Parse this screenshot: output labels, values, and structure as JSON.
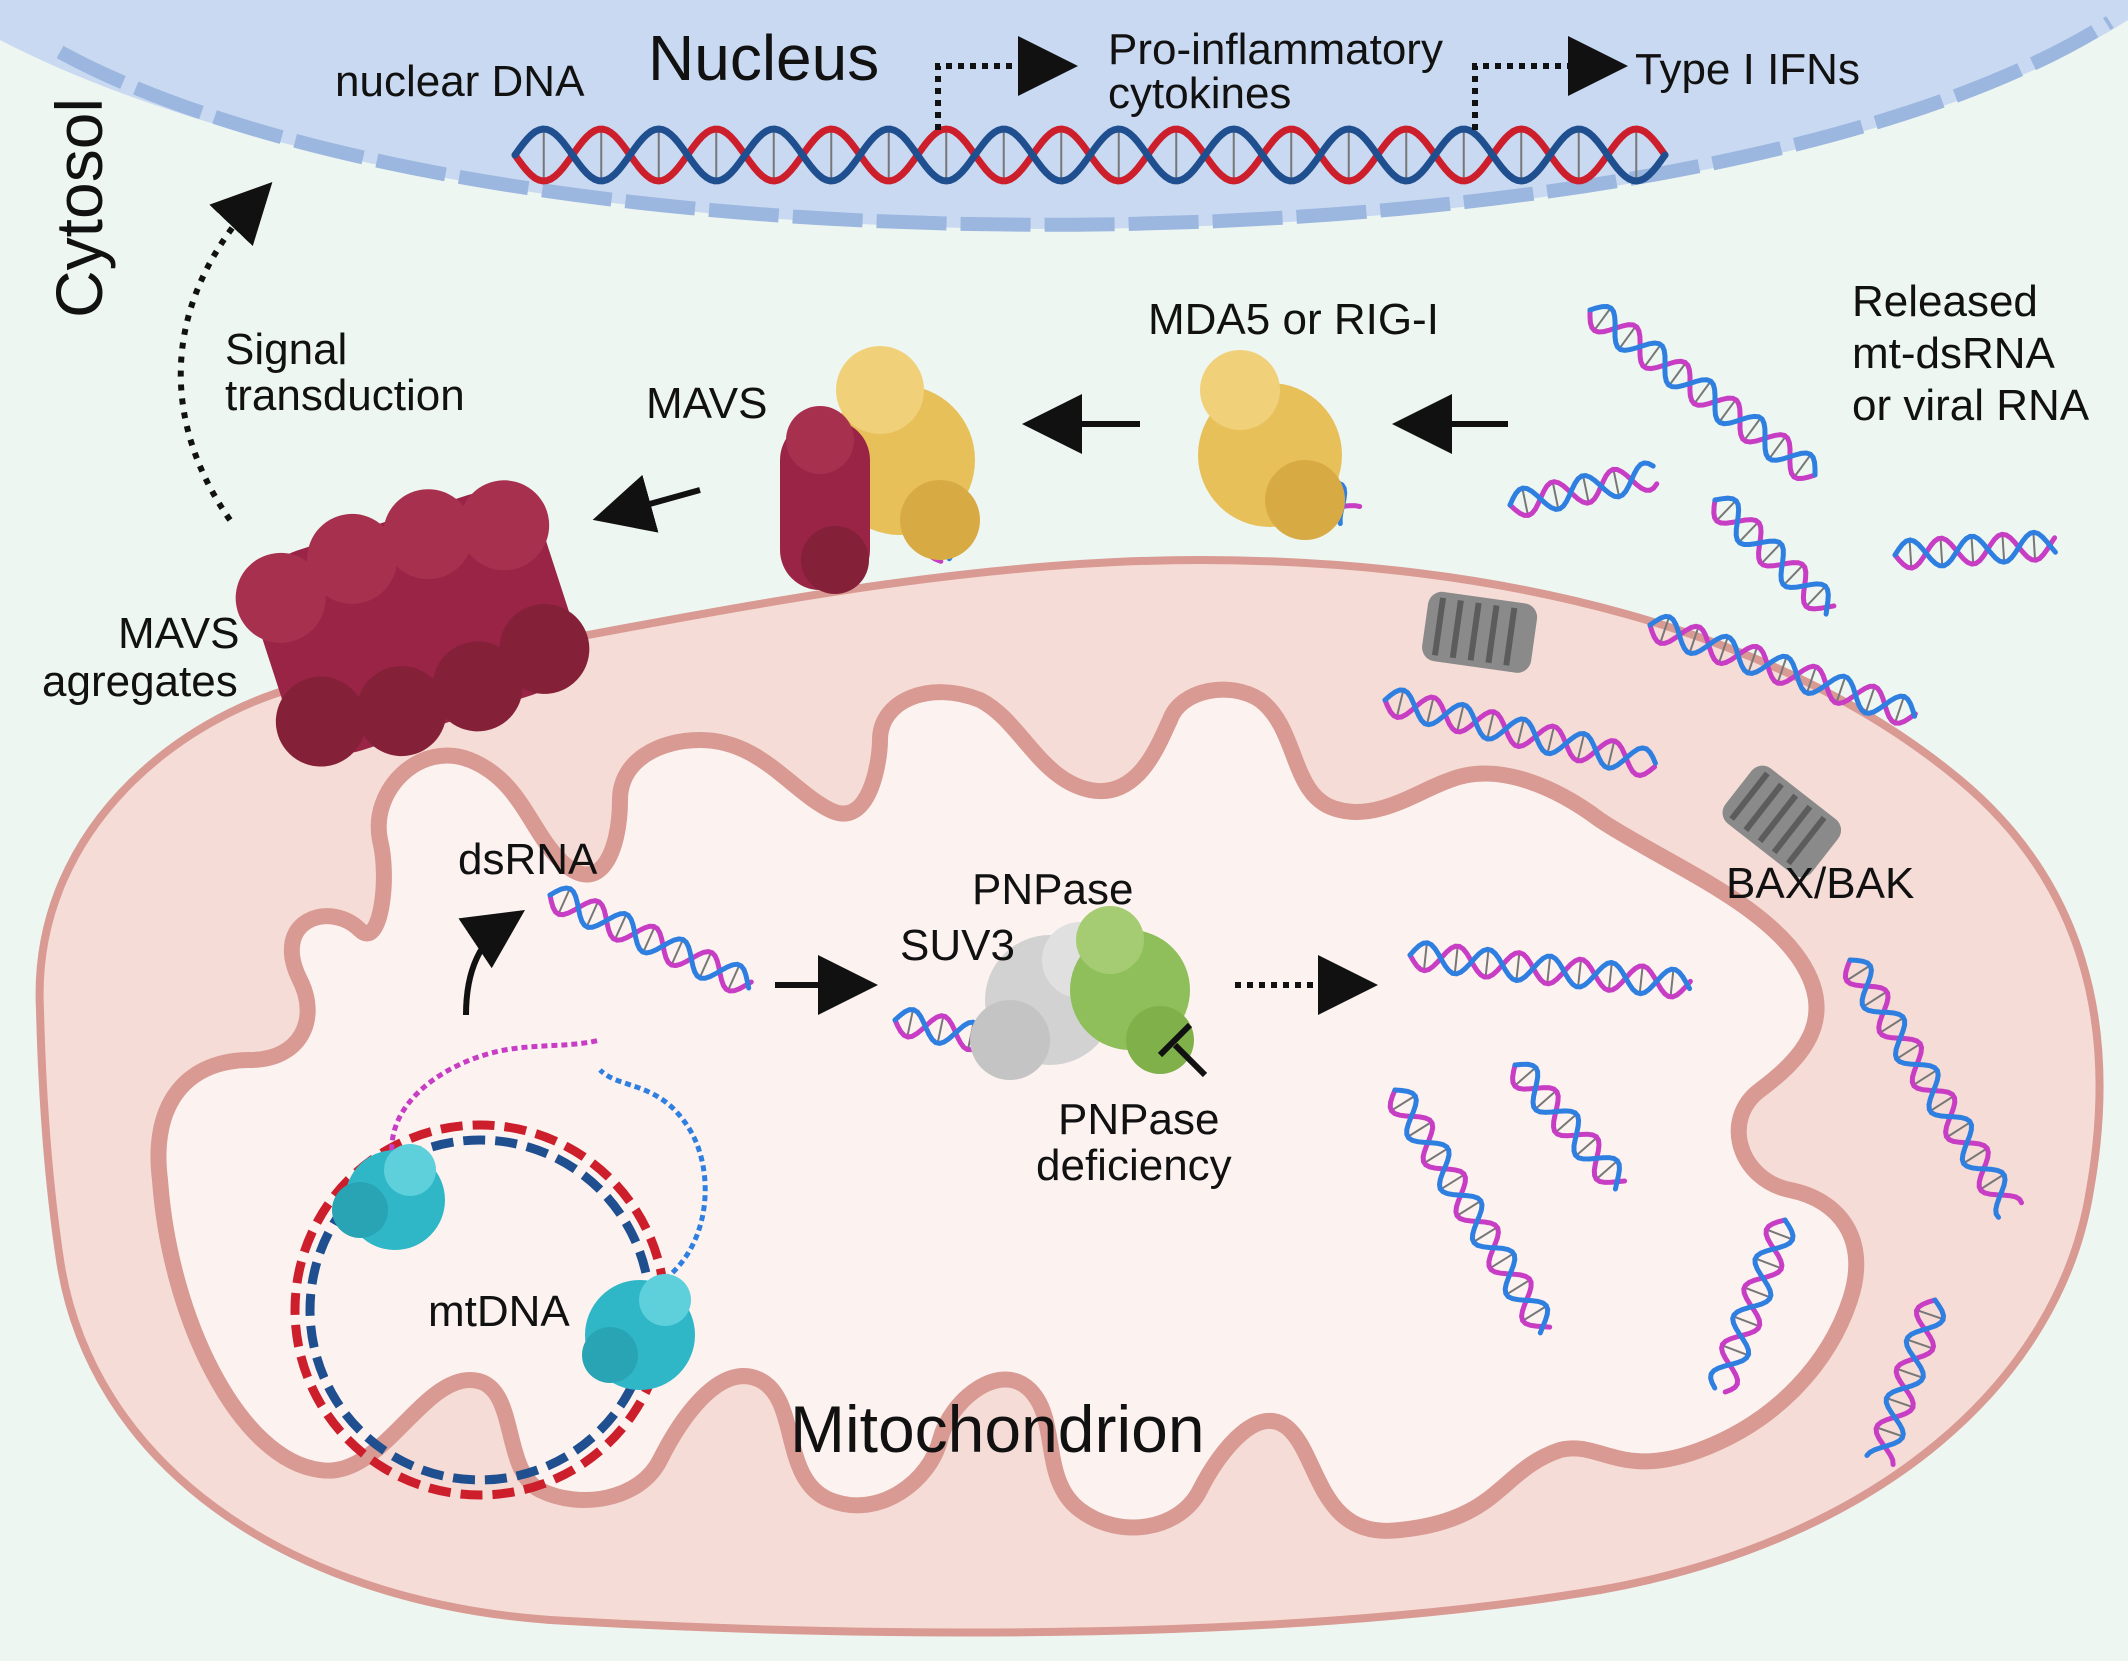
{
  "labels": {
    "cytosol": "Cytosol",
    "nucleus": "Nucleus",
    "nuclear_dna": "nuclear DNA",
    "pro_inflammatory_line1": "Pro-inflammatory",
    "pro_inflammatory_line2": "cytokines",
    "type1_ifns": "Type I IFNs",
    "mda5_rigi": "MDA5 or RIG-I",
    "released_line1": "Released",
    "released_line2": "mt-dsRNA",
    "released_line3": "or viral RNA",
    "signal_line1": "Signal",
    "signal_line2": "transduction",
    "mavs": "MAVS",
    "mavs_agg_line1": "MAVS",
    "mavs_agg_line2": "agregates",
    "bax_bak": "BAX/BAK",
    "dsrna": "dsRNA",
    "pnpase": "PNPase",
    "suv3": "SUV3",
    "pnpase_def_line1": "PNPase",
    "pnpase_def_line2": "deficiency",
    "mtdna": "mtDNA",
    "mitochondrion": "Mitochondrion"
  },
  "colors": {
    "cytosol_bg": "#eef6f1",
    "nucleus_fill": "#c9d9f1",
    "nuclear_envelope": "#90aedb",
    "dna_red": "#cc1f2b",
    "dna_blue": "#1f4f8f",
    "rna_pink": "#c73ec4",
    "rna_blue": "#2f7fe0",
    "mito_outer_fill": "#f6dcd6",
    "mito_membrane": "#d89a92",
    "mito_matrix": "#fcf3f1",
    "mavs_red": "#9a2446",
    "mda5_yellow": "#e8c05a",
    "suv3_grey": "#d2d2d2",
    "pnpase_green": "#8fbf5a",
    "mt_protein_teal": "#2fb7c7",
    "bax_grey": "#8a8a8a"
  },
  "icons": [
    "dna-double-helix",
    "rna-double-strand",
    "mavs-protein",
    "mda5-protein",
    "suv3-protein",
    "pnpase-protein",
    "bax-bak-pore",
    "tfam-protein",
    "inhibition-t-bar"
  ]
}
